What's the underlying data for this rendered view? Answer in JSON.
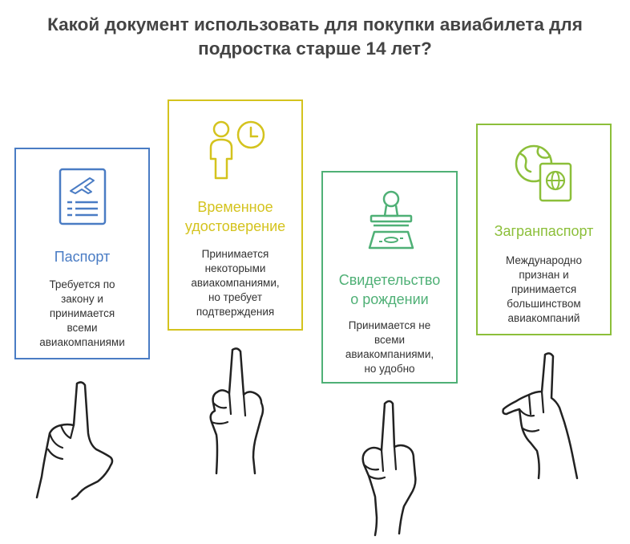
{
  "title": {
    "line1": "Какой документ использовать для покупки авиабилета для",
    "line2": "подростка старше 14 лет?"
  },
  "colors": {
    "passport": "#4a7cc4",
    "temporary": "#d4c31e",
    "birth": "#4fb076",
    "foreign": "#8cbf3a"
  },
  "cards": [
    {
      "icon": "passport-document-icon",
      "title_lines": [
        "Паспорт"
      ],
      "desc_lines": [
        "Требуется по",
        "закону и",
        "принимается",
        "всеми",
        "авиакомпаниями"
      ]
    },
    {
      "icon": "person-clock-icon",
      "title_lines": [
        "Временное",
        "удостоверение"
      ],
      "desc_lines": [
        "Принимается",
        "некоторыми",
        "авиакомпаниями,",
        "но требует",
        "подтверждения"
      ]
    },
    {
      "icon": "stamp-icon",
      "title_lines": [
        "Свидетельство",
        "о рождении"
      ],
      "desc_lines": [
        "Принимается не",
        "всеми",
        "авиакомпаниями,",
        "но удобно"
      ]
    },
    {
      "icon": "globe-passport-icon",
      "title_lines": [
        "Загранпаспорт"
      ],
      "desc_lines": [
        "Международно",
        "признан и",
        "принимается",
        "большинством",
        "авиакомпаний"
      ]
    }
  ]
}
